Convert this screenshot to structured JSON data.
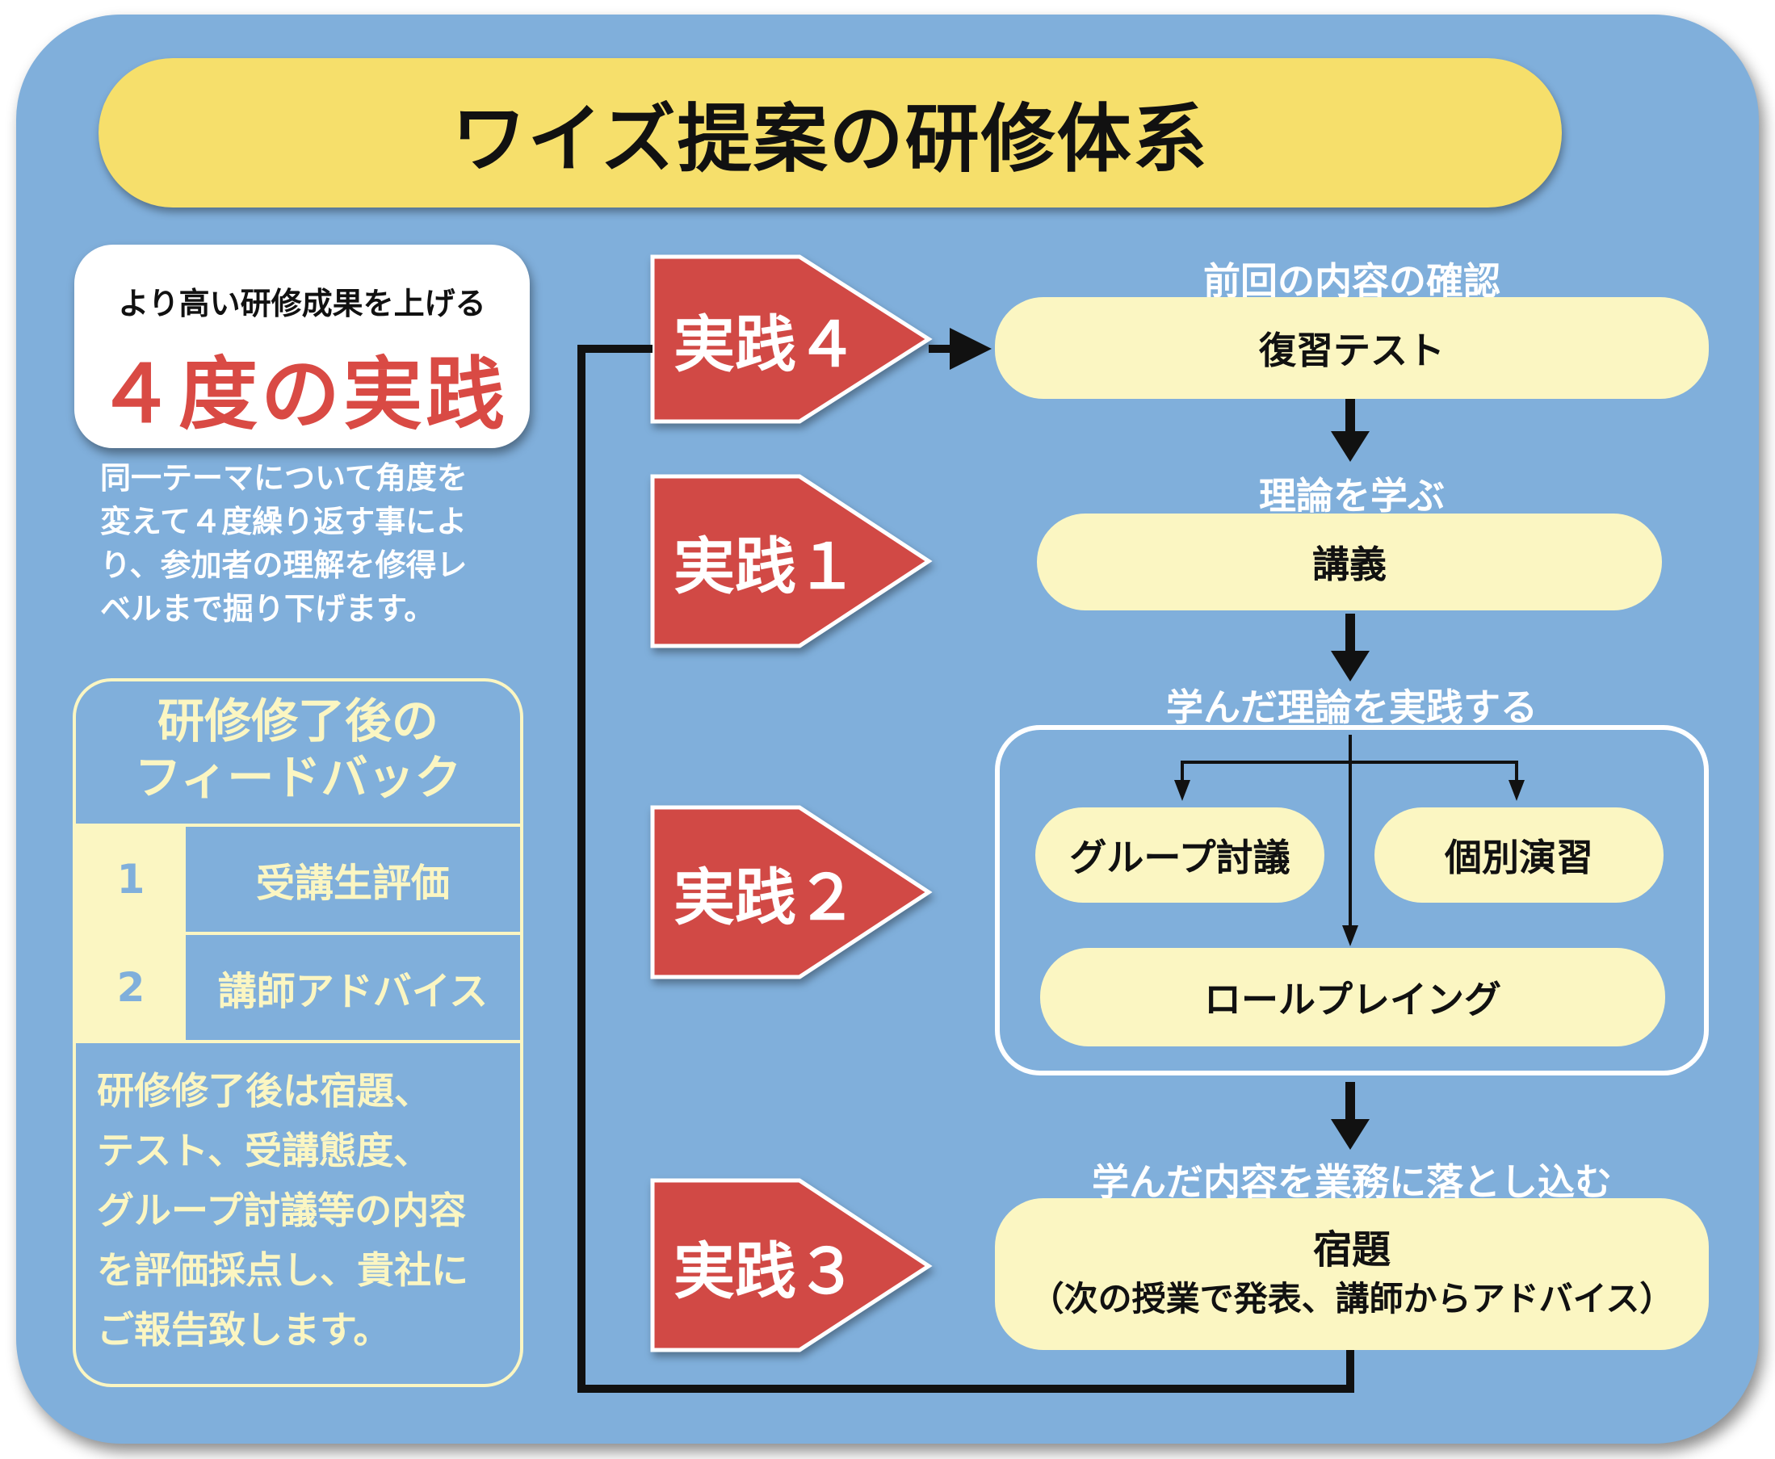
{
  "title": "ワイズ提案の研修体系",
  "intro_card": {
    "subtitle": "より高い研修成果を上げる",
    "headline": "４度の実践"
  },
  "intro_desc": [
    "同一テーマについて角度を",
    "変えて４度繰り返す事によ",
    "り、参加者の理解を修得レ",
    "ベルまで掘り下げます。"
  ],
  "feedback": {
    "title_lines": [
      "研修修了後の",
      "フィードバック"
    ],
    "items": [
      {
        "num": "1",
        "label": "受講生評価"
      },
      {
        "num": "2",
        "label": "講師アドバイス"
      }
    ],
    "desc_lines": [
      "研修修了後は宿題、",
      "テスト、受講態度、",
      "グループ討議等の内容",
      "を評価採点し、貴社に",
      "ご報告致します。"
    ]
  },
  "steps": [
    {
      "label": "実践４",
      "caption": "前回の内容の確認",
      "box_lines": [
        "復習テスト"
      ]
    },
    {
      "label": "実践１",
      "caption": "理論を学ぶ",
      "box_lines": [
        "講義"
      ]
    },
    {
      "label": "実践２",
      "caption": "学んだ理論を実践する",
      "boxes": [
        "グループ討議",
        "個別演習",
        "ロールプレイング"
      ]
    },
    {
      "label": "実践３",
      "caption": "学んだ内容を業務に落とし込む",
      "box_lines": [
        "宿題",
        "（次の授業で発表、講師からアドバイス）"
      ]
    }
  ],
  "colors": {
    "panel": "#80afdb",
    "title_bar": "#f6df6b",
    "headline": "#d94a44",
    "step_arrow": "#d14944",
    "box": "#fbf6c2",
    "feedback_accent": "#fbf6c2",
    "connector": "#111111"
  }
}
